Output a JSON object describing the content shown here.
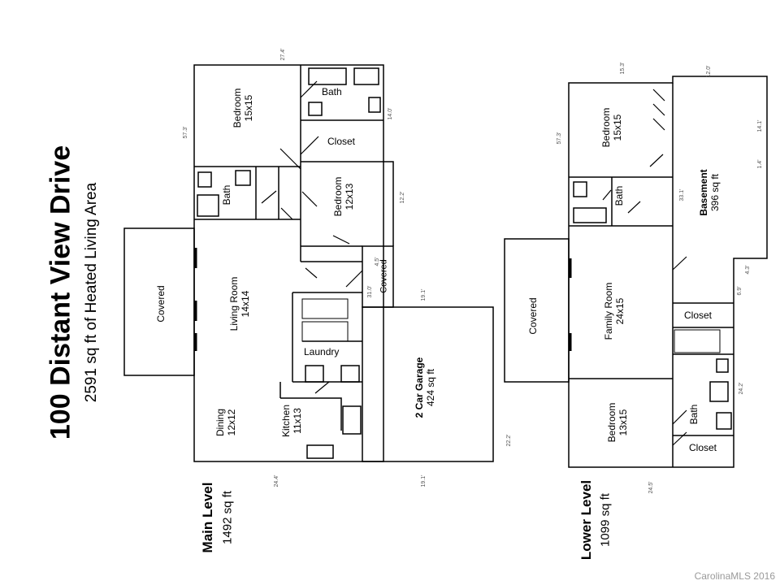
{
  "title": "100 Distant View Drive",
  "subtitle": "2591 sq ft of Heated Living Area",
  "main_level": {
    "label": "Main Level",
    "area": "1492 sq ft"
  },
  "lower_level": {
    "label": "Lower Level",
    "area": "1099 sq ft"
  },
  "rooms": {
    "main_bedroom_1": {
      "name": "Bedroom",
      "size": "15x15"
    },
    "main_bath_top": {
      "name": "Bath"
    },
    "main_closet": {
      "name": "Closet"
    },
    "main_bath_left": {
      "name": "Bath"
    },
    "main_bedroom_2": {
      "name": "Bedroom",
      "size": "12x13"
    },
    "main_covered_left": {
      "name": "Covered"
    },
    "main_living": {
      "name": "Living Room",
      "size": "14x14"
    },
    "main_covered_small": {
      "name": "Covered"
    },
    "main_laundry": {
      "name": "Laundry"
    },
    "main_garage": {
      "name": "2 Car Garage",
      "size": "424 sq ft"
    },
    "main_dining": {
      "name": "Dining",
      "size": "12x12"
    },
    "main_kitchen": {
      "name": "Kitchen",
      "size": "11x13"
    },
    "lower_bedroom_1": {
      "name": "Bedroom",
      "size": "15x15"
    },
    "lower_bath_1": {
      "name": "Bath"
    },
    "lower_basement": {
      "name": "Basement",
      "size": "396 sq ft"
    },
    "lower_covered": {
      "name": "Covered"
    },
    "lower_family": {
      "name": "Family Room",
      "size": "24x15"
    },
    "lower_closet_1": {
      "name": "Closet"
    },
    "lower_bedroom_2": {
      "name": "Bedroom",
      "size": "13x15"
    },
    "lower_bath_2": {
      "name": "Bath"
    },
    "lower_closet_2": {
      "name": "Closet"
    }
  },
  "dimensions": {
    "d1": "27.4'",
    "d2": "57.3'",
    "d3": "14.0'",
    "d4": "12.2'",
    "d5": "4.5'",
    "d6": "31.0'",
    "d7": "19.1'",
    "d8": "24.4'",
    "d9": "19.1'",
    "d10": "22.2'",
    "d11": "15.3'",
    "d12": "12.0'",
    "d13": "57.3'",
    "d14": "14.1'",
    "d15": "1.4'",
    "d16": "33.1'",
    "d17": "4.3'",
    "d18": "6.9'",
    "d19": "24.2'",
    "d20": "24.5'"
  },
  "watermark": "CarolinaMLS 2016"
}
